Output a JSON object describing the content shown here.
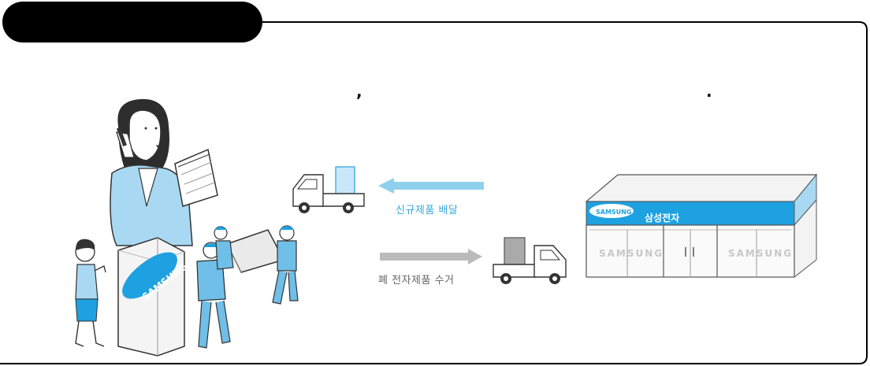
{
  "header": {
    "title": ""
  },
  "text": {
    "comma": ",",
    "period": "."
  },
  "flow": {
    "deliver_label": "신규제품 배달",
    "collect_label": "폐 전자제품 수거"
  },
  "store": {
    "sign_name": "삼성전자",
    "logo": "SAMSUNG",
    "window_left": "SAMSUNG",
    "window_right": "SAMSUNG"
  },
  "fridge": {
    "logo": "SAMSUNG"
  },
  "colors": {
    "accent_blue": "#3aa6dd",
    "arrow_blue": "#8fd0ef",
    "arrow_gray": "#bbbbbb",
    "sign_blue": "#1ea1e0",
    "border": "#000000"
  }
}
